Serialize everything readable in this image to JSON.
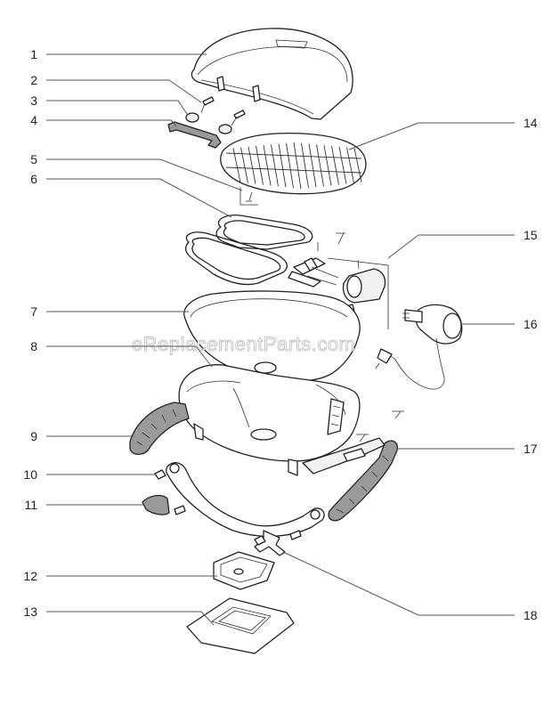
{
  "watermark": "eReplacementParts.com",
  "callouts_left": [
    {
      "id": "1",
      "label": "1"
    },
    {
      "id": "2",
      "label": "2"
    },
    {
      "id": "3",
      "label": "3"
    },
    {
      "id": "4",
      "label": "4"
    },
    {
      "id": "5",
      "label": "5"
    },
    {
      "id": "6",
      "label": "6"
    },
    {
      "id": "7",
      "label": "7"
    },
    {
      "id": "8",
      "label": "8"
    },
    {
      "id": "9",
      "label": "9"
    },
    {
      "id": "10",
      "label": "10"
    },
    {
      "id": "11",
      "label": "11"
    },
    {
      "id": "12",
      "label": "12"
    },
    {
      "id": "13",
      "label": "13"
    }
  ],
  "callouts_right": [
    {
      "id": "14",
      "label": "14"
    },
    {
      "id": "15",
      "label": "15"
    },
    {
      "id": "16",
      "label": "16"
    },
    {
      "id": "17",
      "label": "17"
    },
    {
      "id": "18",
      "label": "18"
    }
  ]
}
